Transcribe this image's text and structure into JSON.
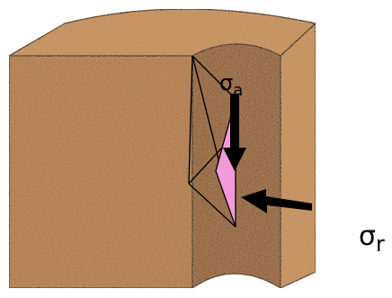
{
  "diagram": {
    "labels": {
      "sigma_a": {
        "symbol": "σ",
        "subscript": "a"
      },
      "sigma_r": {
        "symbol": "σ",
        "subscript": "r"
      }
    },
    "colors": {
      "rock": "#b07848",
      "rock_light": "#c8905c",
      "rock_dark": "#8a5a34",
      "fracture_fill": "#f49ad8",
      "line": "#000000",
      "background": "#ffffff"
    }
  }
}
